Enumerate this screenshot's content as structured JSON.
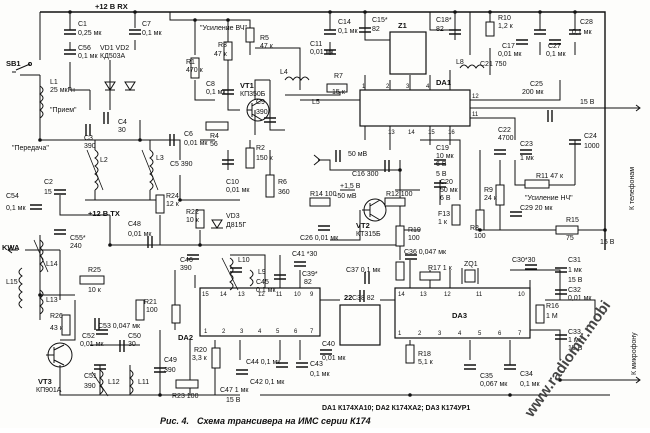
{
  "caption": {
    "label": "Рис. 4.",
    "title": "Схема трансивера на ИМС серии К174"
  },
  "legend": "DA1 К174ХА10; DA2 К174ХА2; DA3 К174УР1",
  "watermark": "www.radiomir.mobi",
  "chips": {
    "da1": {
      "ref": "DA1",
      "pins": [
        "1",
        "2",
        "3",
        "4",
        "16",
        "15",
        "14",
        "13",
        "12",
        "11"
      ]
    },
    "da2": {
      "ref": "DA2",
      "pins": [
        "15",
        "14",
        "13",
        "12",
        "11",
        "10",
        "9",
        "1",
        "2",
        "3",
        "4",
        "5",
        "6",
        "7"
      ]
    },
    "da3": {
      "ref": "DA3",
      "pins": [
        "14",
        "13",
        "12",
        "11",
        "10",
        "1",
        "2",
        "3",
        "4",
        "5",
        "6",
        "7"
      ]
    },
    "filter22": {
      "ref": "22"
    }
  },
  "supply": {
    "rx": "+12 В RX",
    "tx": "+12 В TX",
    "mid": "+1,5 В"
  },
  "labels": {
    "priem": "\"Прием\"",
    "peredacha": "\"Передача\"",
    "usilenie_vch": "\"Усиление ВЧ\"",
    "usilenie_nch": "\"Усиление НЧ\"",
    "k_telefonam": "К телефонам",
    "k_mikrofonu": "К микрофону",
    "kwa": "KWA",
    "sb1": "SB1",
    "v50m": "50 мВ",
    "vminus": "-50 мВ",
    "v15b": "15 В",
    "v5b": "5 В",
    "v15b_b": "15 В"
  },
  "components": {
    "c1": "C1",
    "c1v": "0,25 мк",
    "c7": "C7",
    "c7v": "0,1 мк",
    "c56": "C56",
    "c56v": "0,1 мк",
    "l1": "L1",
    "l1v": "25 мкГн",
    "vd1": "VD1 VD2",
    "vd1v": "КД503А",
    "r1": "R1",
    "r1v": "470 к",
    "r3": "R3",
    "r3v": "47 к",
    "r5": "R5",
    "r5v": "47 к",
    "c8": "C8",
    "c8v": "0,1 мк",
    "vt1": "VT1",
    "vt1v": "КП350Б",
    "c9": "C9",
    "c9v": "390",
    "l4": "L4",
    "c14": "C14",
    "c14v": "0,1 мк",
    "c15": "C15*",
    "c15v": "82",
    "z1": "Z1",
    "c11": "C11",
    "c11v": "0,01 мк",
    "r7": "R7",
    "r7v": "15 к",
    "l5": "L5",
    "c18": "C18*",
    "c18v": "82",
    "r10": "R10",
    "r10v": "1,2 к",
    "c28": "C28",
    "c28v": "0,1 мк",
    "c17": "C17",
    "c17v": "0,01 мк",
    "c27": "C27",
    "c27v": "0,1 мк",
    "l8": "L8",
    "c21": "C21 750",
    "c25": "C25",
    "c25v": "200 мк",
    "c22": "C22",
    "c22v": "4700",
    "c23": "C23",
    "c23v": "1 мк",
    "c24": "C24",
    "c24v": "1000",
    "r11": "R11 47 к",
    "r9": "R9",
    "r9v": "24 к",
    "c29": "C29 20 мк",
    "r15": "R15",
    "r15v": "75",
    "c4": "C4",
    "c4v": "30",
    "c3": "C3",
    "c3v": "390",
    "c5": "C5 390",
    "l2": "L2",
    "l3": "L3",
    "c6": "C6",
    "c6v": "0,01 мк",
    "r4": "R4",
    "r4v": "56",
    "r2": "R2",
    "r2v": "150 к",
    "c10": "C10",
    "c10v": "0,01 мк",
    "r6": "R6",
    "r6v": "360",
    "c2": "C2",
    "c2v": "15",
    "c54": "C54",
    "c54v": "0,1 мк",
    "r24": "R24",
    "r24v": "12 к",
    "r22": "R22",
    "r22v": "10 к",
    "vd3": "VD3",
    "vd3v": "Д815Г",
    "c48": "C48",
    "c48v": "0,01 мк",
    "c16": "C16 300",
    "c19": "C19",
    "c19v": "10 мк",
    "c19b": "6 В",
    "c20": "C20",
    "c20v": "50 мк",
    "c20b": "6 В",
    "r14": "R14 100",
    "r12": "R12 100",
    "c26": "C26 0,01 мк",
    "vt2": "VT2",
    "vt2v": "КТ315Б",
    "r13": "F13",
    "r13v": "1 к",
    "r8": "R8",
    "r8v": "100",
    "r19": "R19",
    "r19v": "100",
    "c55": "C55*",
    "c55v": "240",
    "l14": "L14",
    "l15": "L15",
    "l13": "L13",
    "r25": "R25",
    "r25v": "10 к",
    "c46": "C46",
    "c46v": "390",
    "l10": "L10",
    "l9": "L9",
    "c45": "C45",
    "c45v": "0,1 мк",
    "c41": "C41 *30",
    "c39": "C39*",
    "c39v": "82",
    "c38": "C38 82",
    "c37": "C37 0,1 мк",
    "c36": "C36 0,047 мк",
    "r17": "R17 1 к",
    "zq1": "ZQ1",
    "c30": "C30*30",
    "c31": "C31",
    "c31v": "1 мк",
    "c31b": "15 В",
    "c32": "C32",
    "c32v": "0,01 мк",
    "r16": "R16",
    "r16v": "1 М",
    "c33": "C33",
    "c33v": "1 мк",
    "c33b": "15 В",
    "r21": "R21",
    "r21v": "100",
    "r26": "R26",
    "r26v": "43 к",
    "c53": "C53 0,047 мк",
    "c52": "C52",
    "c52v": "0,01 мк",
    "c50": "C50",
    "c50v": "30",
    "vt3": "VT3",
    "vt3v": "КП901А",
    "c51": "C51",
    "c51v": "390",
    "l12": "L12",
    "l11": "L11",
    "c49": "C49",
    "c49v": "390",
    "r23": "R23 100",
    "r20": "R20",
    "r20v": "3,3 к",
    "c47": "C47 1 мк",
    "c47v": "15 В",
    "c42": "C42 0,1 мк",
    "c44": "C44 0,1 мк",
    "c40": "C40",
    "c40v": "0,01 мк",
    "c43": "C43",
    "c43v": "0,1 мк",
    "r18": "R18",
    "r18v": "5,1 к",
    "c35": "C35",
    "c35v": "0,067 мк",
    "c34": "C34",
    "c34v": "0,1 мк"
  }
}
